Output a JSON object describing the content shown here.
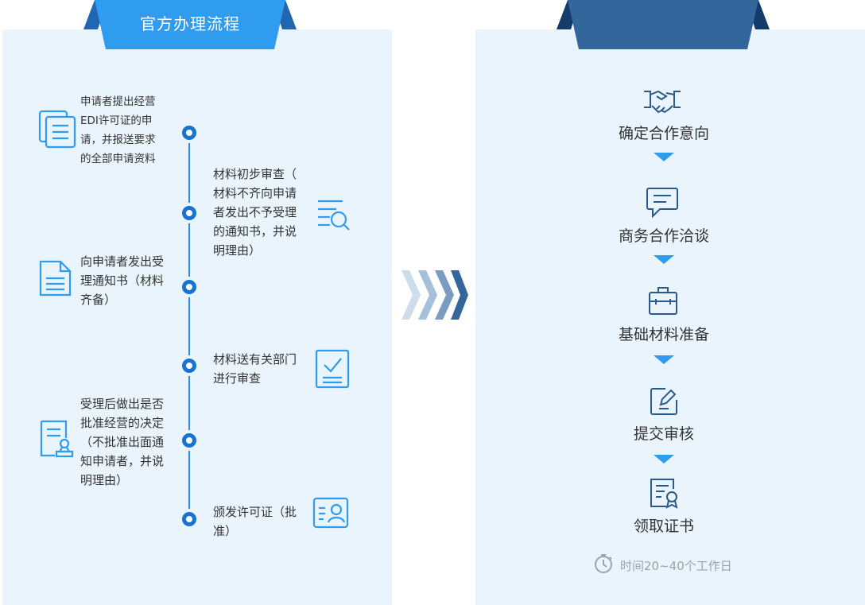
{
  "left_tab": {
    "label": "官方办理流程"
  },
  "left_steps": [
    {
      "text": "申请者提出经营\nEDI许可证的申\n请，并报送要求\n的全部申请资料",
      "icon": "documents-icon"
    },
    {
      "text": "材料初步审查（\n材料不齐向申请\n者发出不予受理\n的通知书，并说\n明理由）",
      "icon": "search-list-icon"
    },
    {
      "text": "向申请者发出受\n理通知书（材料\n齐备）",
      "icon": "document-icon"
    },
    {
      "text": "材料送有关部门\n进行审查",
      "icon": "checklist-icon"
    },
    {
      "text": "受理后做出是否\n批准经营的决定\n（不批准出面通\n知申请者，并说\n明理由）",
      "icon": "stamp-document-icon"
    },
    {
      "text": "颁发许可证（批\n准）",
      "icon": "id-card-icon"
    }
  ],
  "right_steps": [
    {
      "label": "确定合作意向",
      "icon": "handshake-icon"
    },
    {
      "label": "商务合作洽谈",
      "icon": "chat-bubble-icon"
    },
    {
      "label": "基础材料准备",
      "icon": "briefcase-icon"
    },
    {
      "label": "提交审核",
      "icon": "edit-icon"
    },
    {
      "label": "领取证书",
      "icon": "certificate-icon"
    }
  ],
  "time_note": "时间20~40个工作日",
  "colors": {
    "accent": "#2f9cf0",
    "dark_tab": "#33679c",
    "panel_bg": "#eaf4fd",
    "node": "#1673d3"
  }
}
